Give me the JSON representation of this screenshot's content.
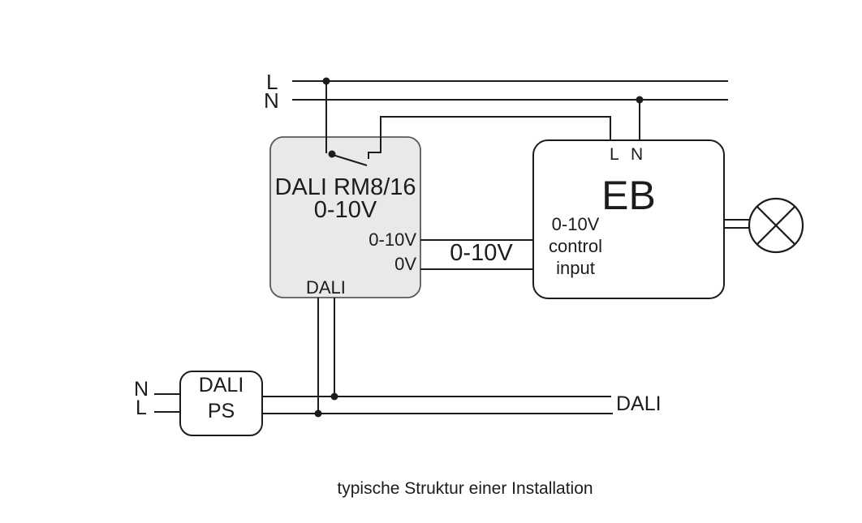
{
  "caption": "typische Struktur einer Installation",
  "mains_bus": {
    "l_label": "L",
    "n_label": "N"
  },
  "rm_module": {
    "name_line1": "DALI RM8/16",
    "name_line2": "0-10V",
    "port_0_10v_label": "0-10V",
    "port_0v_label": "0V",
    "port_dali_label": "DALI",
    "fill_color": "#e9e9e9",
    "border_color": "#595959"
  },
  "analog_link": {
    "label": "0-10V"
  },
  "eb_device": {
    "title": "EB",
    "terminal_l_label": "L",
    "terminal_n_label": "N",
    "input_label_line1": "0-10V",
    "input_label_line2": "control",
    "input_label_line3": "input"
  },
  "dali_ps": {
    "name_line1": "DALI",
    "name_line2": "PS",
    "terminal_n_label": "N",
    "terminal_l_label": "L"
  },
  "dali_bus": {
    "label": "DALI"
  },
  "icons": {
    "lamp": "lamp-icon (circle with diagonal cross)",
    "relay_switch": "relay-contact-icon"
  },
  "colors": {
    "wire": "#1c1c1c",
    "text": "#1c1c1c",
    "background": "#ffffff"
  }
}
